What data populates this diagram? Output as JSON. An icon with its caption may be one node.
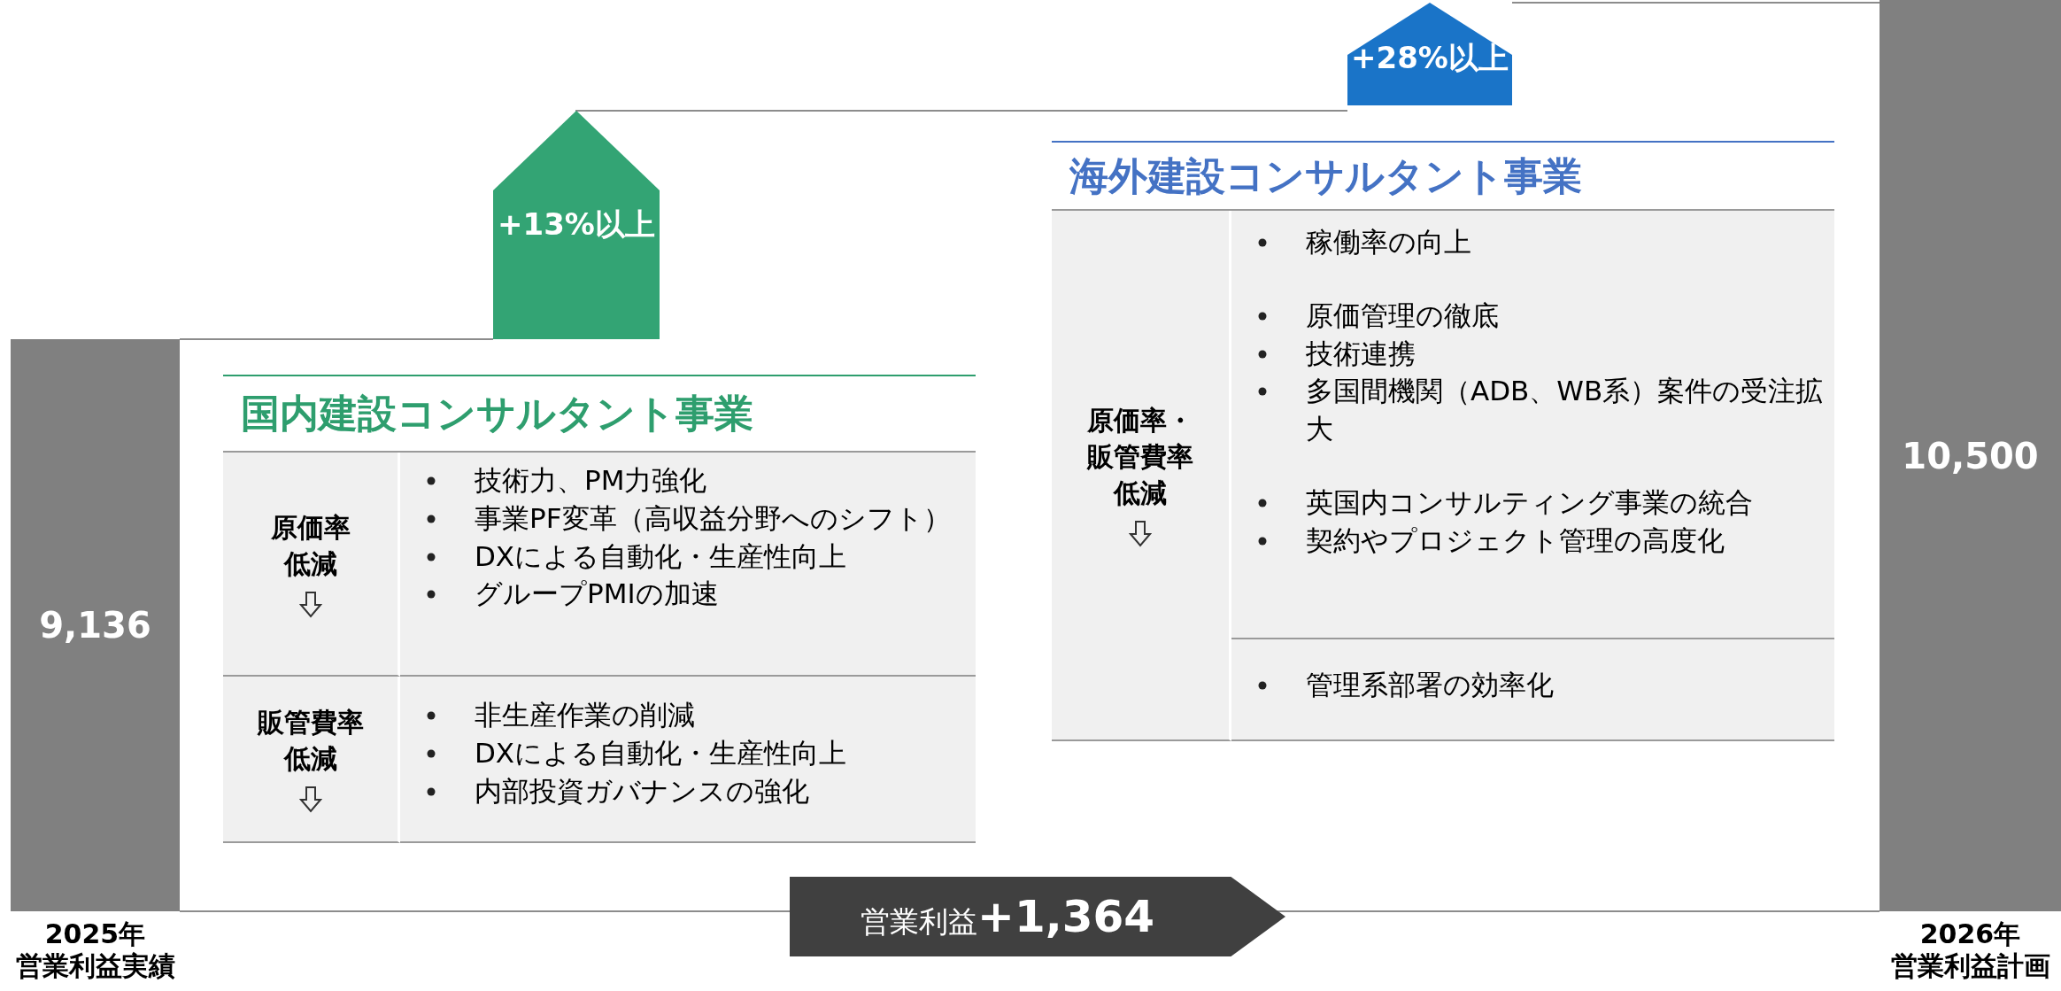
{
  "diagram": {
    "nodes": [
      {
        "text": [
          "9,136"
        ],
        "beside": [
          "2025年",
          "営業利益実績"
        ]
      },
      {
        "text": [
          "+13%以上"
        ]
      },
      {
        "text": [
          "国内建設コンサルタント事業"
        ]
      },
      {
        "text": [
          "原価率低減"
        ],
        "in": 2
      },
      {
        "text": [
          "技術力、PM力強化",
          "事業PF変革（高収益分野へのシフト）",
          "DXによる自動化・生産性向上",
          "グループPMIの加速"
        ],
        "in": 2
      },
      {
        "text": [
          "販管費率低減"
        ],
        "in": 2
      },
      {
        "text": [
          "非生産作業の削減",
          "DXによる自動化・生産性向上",
          "内部投資ガバナンスの強化"
        ],
        "in": 2
      },
      {
        "text": [
          "+28%以上"
        ]
      },
      {
        "text": [
          "海外建設コンサルタント事業"
        ]
      },
      {
        "text": [
          "原価率・販管費率低減"
        ],
        "in": 8
      },
      {
        "text": [
          "稼働率の向上",
          "原価管理の徹底",
          "技術連携",
          "多国間機関（ADB、WB系）案件の受注拡大",
          "英国内コンサルティング事業の統合",
          "契約やプロジェクト管理の高度化"
        ],
        "in": 8
      },
      {
        "text": [
          "管理系部署の効率化"
        ],
        "in": 8
      },
      {
        "text": [
          "10,500"
        ],
        "beside": [
          "2026年",
          "営業利益計画"
        ]
      },
      {
        "text": [
          "営業利益**+1,364**"
        ]
      }
    ]
  }
}
